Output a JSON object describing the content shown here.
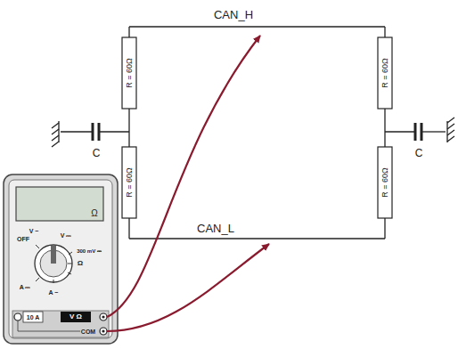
{
  "diagram": {
    "labels": [
      "CAN_H",
      "CAN_L",
      "R = 60Ω",
      "R = 60Ω",
      "R = 60Ω",
      "R = 60Ω",
      "C",
      "C",
      "Ω",
      "OFF",
      "V ~",
      "V ⎓",
      "300 mV ⎓",
      "Ω",
      "A ⎓",
      "A ~",
      "10 A",
      "V Ω",
      "COM"
    ]
  }
}
